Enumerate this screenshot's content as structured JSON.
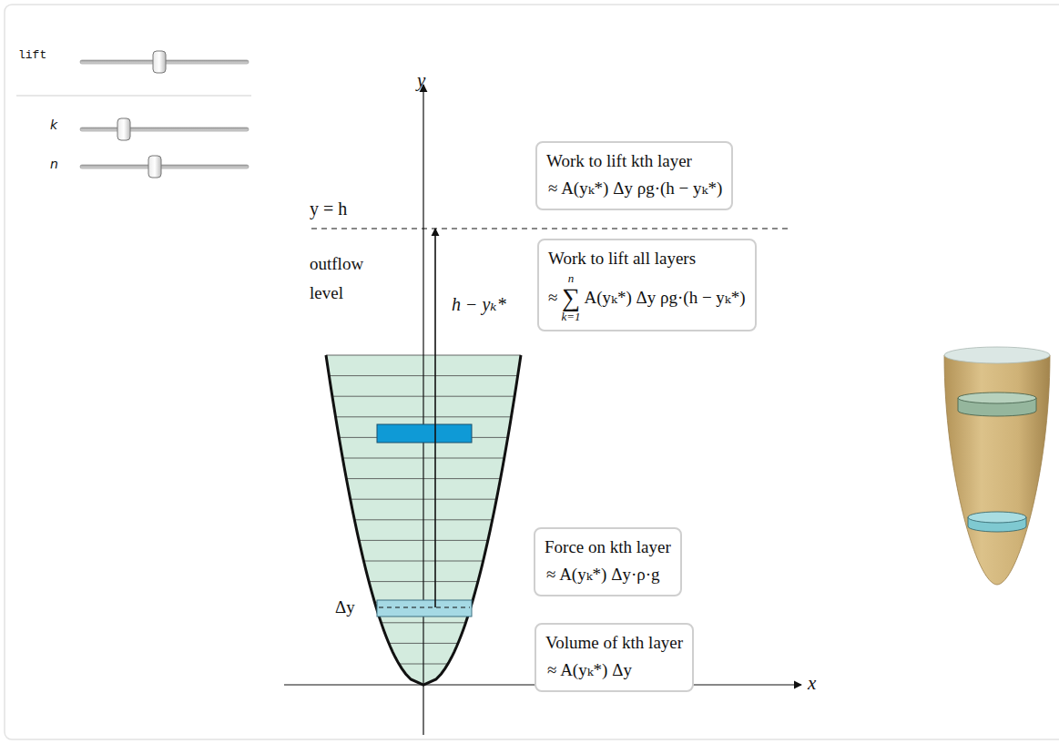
{
  "diagram": {
    "nodes": [
      {
        "text": [
          "Work to lift kth layer",
          "≈ A(yₖ*) Δy ρg·(h − yₖ*)"
        ]
      },
      {
        "text": [
          "Work to lift all layers",
          "≈",
          "n",
          "∑",
          "k=1",
          "A(yₖ*) Δy ρg·(h − yₖ*)"
        ]
      },
      {
        "text": [
          "Force on kth layer",
          "≈ A(yₖ*) Δy·ρ·g"
        ]
      },
      {
        "text": [
          "Volume of kth layer",
          "≈ A(yₖ*) Δy"
        ]
      }
    ],
    "labels": [
      "lift",
      "k",
      "n",
      "y",
      "y = h",
      "outflow level",
      "h − yₖ*",
      "Δy",
      "x"
    ]
  }
}
